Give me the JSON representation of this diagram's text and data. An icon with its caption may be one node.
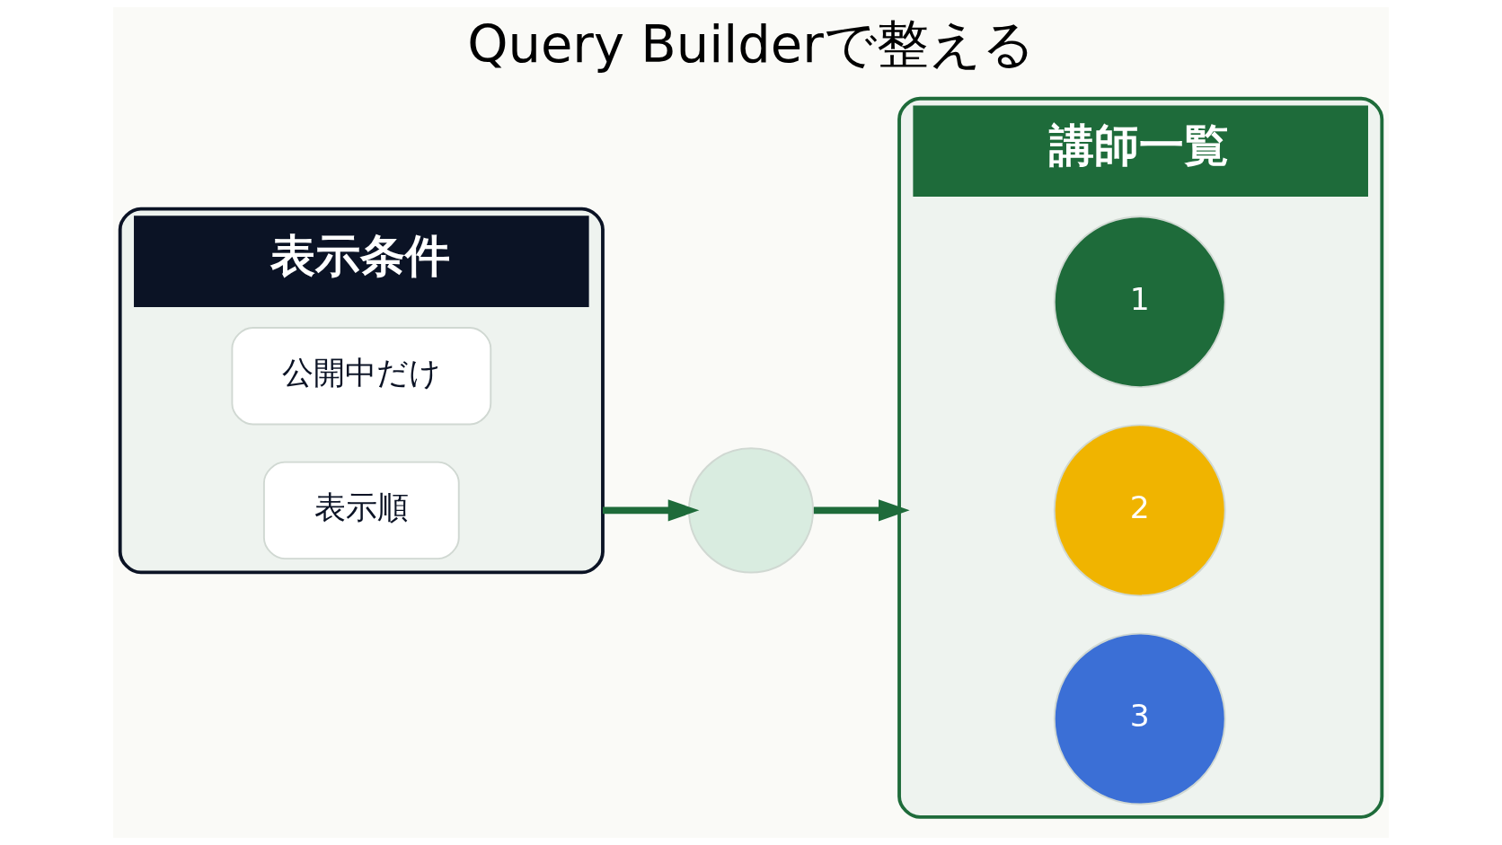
{
  "diagram": {
    "title": "Query Builderで整える",
    "nodes": [
      {
        "text": [
          "表示条件"
        ]
      },
      {
        "text": [
          "公開中だけ"
        ],
        "in": 0
      },
      {
        "text": [
          "表示順"
        ],
        "in": 0
      },
      {
        "text": [],
        "shape": "circle"
      },
      {
        "text": [
          "講師一覧"
        ]
      },
      {
        "text": [
          "1"
        ],
        "in": 4
      },
      {
        "text": [
          "2"
        ],
        "in": 4
      },
      {
        "text": [
          "3"
        ],
        "in": 4
      }
    ],
    "edges": [
      {
        "from": 0,
        "to": 3,
        "arrow": "to"
      },
      {
        "from": 3,
        "to": 4,
        "arrow": "to"
      }
    ]
  }
}
